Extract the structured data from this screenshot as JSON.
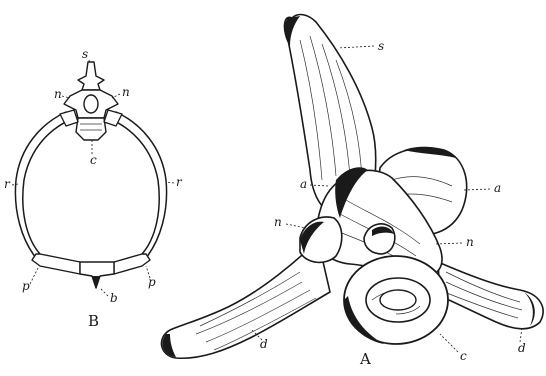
{
  "figure_b": {
    "caption": "B",
    "labels": {
      "s": "s",
      "n_left": "n",
      "n_right": "n",
      "c": "c",
      "r_left": "r",
      "r_right": "r",
      "p_left": "p",
      "p_right": "p",
      "b": "b"
    }
  },
  "figure_a": {
    "caption": "A",
    "labels": {
      "s": "s",
      "a_left": "a",
      "a_right": "a",
      "n_left": "n",
      "n_right": "n",
      "d_left": "d",
      "d_right": "d",
      "c": "c"
    }
  }
}
